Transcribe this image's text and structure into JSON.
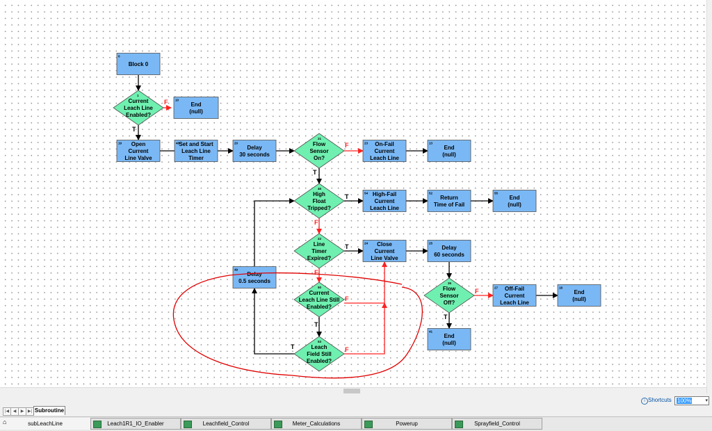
{
  "diagram": {
    "blocks": {
      "b0": {
        "num": "0",
        "lines": [
          "Block 0"
        ]
      },
      "b1": {
        "num": "1",
        "lines": [
          "Current",
          "Leach Line",
          "Enabled?"
        ]
      },
      "b10": {
        "num": "10",
        "lines": [
          "End",
          "(null)"
        ]
      },
      "b19": {
        "num": "19",
        "lines": [
          "Open",
          "Current",
          "Line Valve"
        ]
      },
      "b48": {
        "num": "48",
        "lines": [
          "Set and Start",
          "Leach Line",
          "Timer"
        ]
      },
      "b20": {
        "num": "20",
        "lines": [
          "Delay",
          "30 seconds"
        ]
      },
      "b21": {
        "num": "21",
        "lines": [
          "Flow",
          "Sensor",
          "On?"
        ]
      },
      "b23": {
        "num": "23",
        "lines": [
          "On-Fail",
          "Current",
          "Leach Line"
        ]
      },
      "b13": {
        "num": "13",
        "lines": [
          "End",
          "(null)"
        ]
      },
      "b46": {
        "num": "46",
        "lines": [
          "High",
          "Float",
          "Tripped?"
        ]
      },
      "b54": {
        "num": "54",
        "lines": [
          "High-Fail",
          "Current",
          "Leach Line"
        ]
      },
      "b52": {
        "num": "52",
        "lines": [
          "Return",
          "Time of Fail"
        ]
      },
      "b55": {
        "num": "55",
        "lines": [
          "End",
          "(null)"
        ]
      },
      "b22": {
        "num": "22",
        "lines": [
          "Line",
          "Timer",
          "Expired?"
        ]
      },
      "b24": {
        "num": "24",
        "lines": [
          "Close",
          "Current",
          "Line Valve"
        ]
      },
      "b25": {
        "num": "25",
        "lines": [
          "Delay",
          "60 seconds"
        ]
      },
      "b49": {
        "num": "49",
        "lines": [
          "Delay",
          "0.5 seconds"
        ]
      },
      "b50": {
        "num": "50",
        "lines": [
          "Current",
          "Leach Line Still",
          "Enabled?"
        ]
      },
      "b26": {
        "num": "26",
        "lines": [
          "Flow",
          "Sensor",
          "Off?"
        ]
      },
      "b27": {
        "num": "27",
        "lines": [
          "Off-Fail",
          "Current",
          "Leach Line"
        ]
      },
      "b18": {
        "num": "18",
        "lines": [
          "End",
          "(null)"
        ]
      },
      "b53": {
        "num": "53",
        "lines": [
          "Leach",
          "Field Still",
          "Enabled?"
        ]
      },
      "b41": {
        "num": "41",
        "lines": [
          "End",
          "(null)"
        ]
      }
    },
    "true_label": "T",
    "false_label": "F"
  },
  "tabs": {
    "nav_buttons": [
      "|◀",
      "◀",
      "▶",
      "▶|"
    ],
    "active_sheet": "Subroutine"
  },
  "shortcuts_label": "Shortcuts",
  "zoom_value": "100%",
  "bottom_tabs": [
    "subLeachLine",
    "Leach1R1_IO_Enabler",
    "Leachfield_Control",
    "Meter_Calculations",
    "Powerup",
    "Sprayfield_Control"
  ],
  "colors": {
    "process": "#7ab8f5",
    "decision": "#6ff0b0",
    "true_arrow": "#000000",
    "false_arrow": "#ff0000",
    "annotation": "#e00000"
  }
}
